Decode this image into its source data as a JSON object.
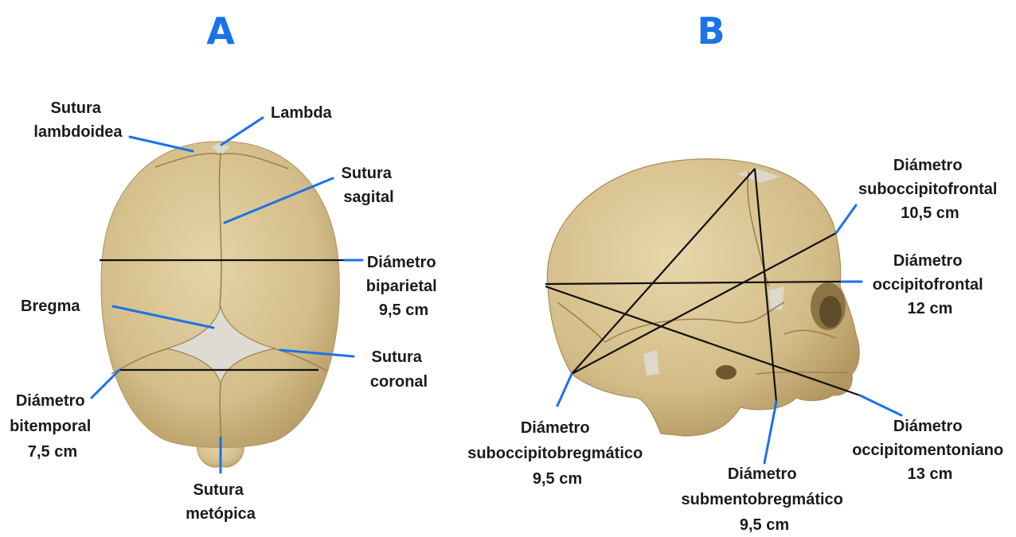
{
  "panels": {
    "a": {
      "letter": "A"
    },
    "b": {
      "letter": "B"
    }
  },
  "colors": {
    "accent": "#1a73e8",
    "bone": "#d3bd8a",
    "bone_shadow": "#b89d66",
    "fontanelle": "#dedbd3",
    "text": "#1b1b1b"
  },
  "labels_a": {
    "sutura_lambdoidea": [
      "Sutura",
      "lambdoidea"
    ],
    "lambda": [
      "Lambda"
    ],
    "sutura_sagital": [
      "Sutura",
      "sagital"
    ],
    "diametro_biparietal": [
      "Diámetro",
      "biparietal",
      "9,5 cm"
    ],
    "bregma": [
      "Bregma"
    ],
    "sutura_coronal": [
      "Sutura",
      "coronal"
    ],
    "diametro_bitemporal": [
      "Diámetro",
      "bitemporal",
      "7,5 cm"
    ],
    "sutura_metopica": [
      "Sutura",
      "metópica"
    ]
  },
  "labels_b": {
    "diametro_suboccipitofrontal": [
      "Diámetro",
      "suboccipitofrontal",
      "10,5 cm"
    ],
    "diametro_occipitofrontal": [
      "Diámetro",
      "occipitofrontal",
      "12 cm"
    ],
    "diametro_occipitomentoniano": [
      "Diámetro",
      "occipitomentoniano",
      "13 cm"
    ],
    "diametro_submentobregmatico": [
      "Diámetro",
      "submentobregmático",
      "9,5 cm"
    ],
    "diametro_suboccipitobregmatico": [
      "Diámetro",
      "suboccipitobregmático",
      "9,5 cm"
    ]
  }
}
